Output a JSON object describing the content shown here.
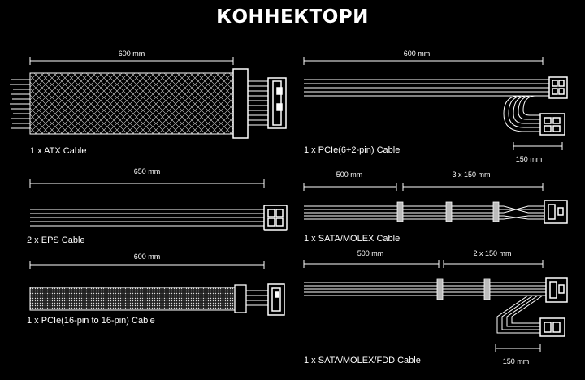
{
  "title": "КОННЕКТОРИ",
  "cables": {
    "atx": {
      "label": "1 x ATX Cable",
      "length": "600 mm"
    },
    "eps": {
      "label": "2 x EPS Cable",
      "length": "650 mm"
    },
    "pcie16": {
      "label": "1 x PCIe(16-pin to 16-pin) Cable",
      "length": "600 mm"
    },
    "pcie62": {
      "label": "1 x PCIe(6+2-pin) Cable",
      "length": "600 mm",
      "branch": "150 mm"
    },
    "sata_molex": {
      "label": "1 x SATA/MOLEX Cable",
      "first": "500 mm",
      "spacing": "3 x 150 mm"
    },
    "sata_molex_fdd": {
      "label": "1 x SATA/MOLEX/FDD Cable",
      "first": "500 mm",
      "spacing": "2 x 150 mm",
      "branch": "150 mm"
    }
  }
}
